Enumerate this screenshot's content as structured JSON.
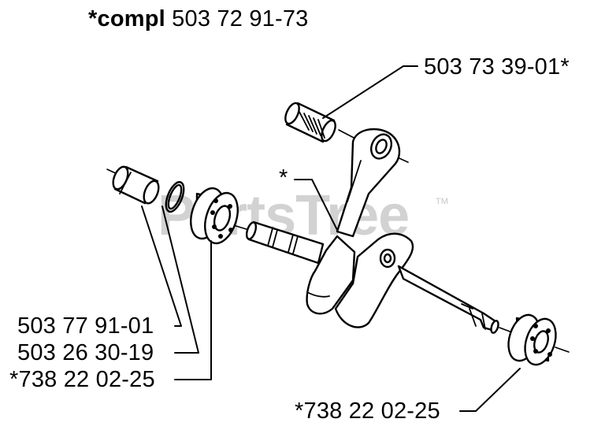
{
  "title": {
    "prefix": "*compl",
    "number": "503 72 91-73"
  },
  "watermark": {
    "text": "PartsTree",
    "tm": "TM"
  },
  "callouts": {
    "bearing_top": "503 73 39-01*",
    "rod_star": "*",
    "part_a": "503 77 91-01",
    "part_b": "503 26 30-19",
    "bearing_left": "*738 22 02-25",
    "bearing_right": "*738 22 02-25"
  },
  "colors": {
    "ink": "#000000",
    "paper": "#ffffff",
    "watermark": "#d2d2d2"
  }
}
